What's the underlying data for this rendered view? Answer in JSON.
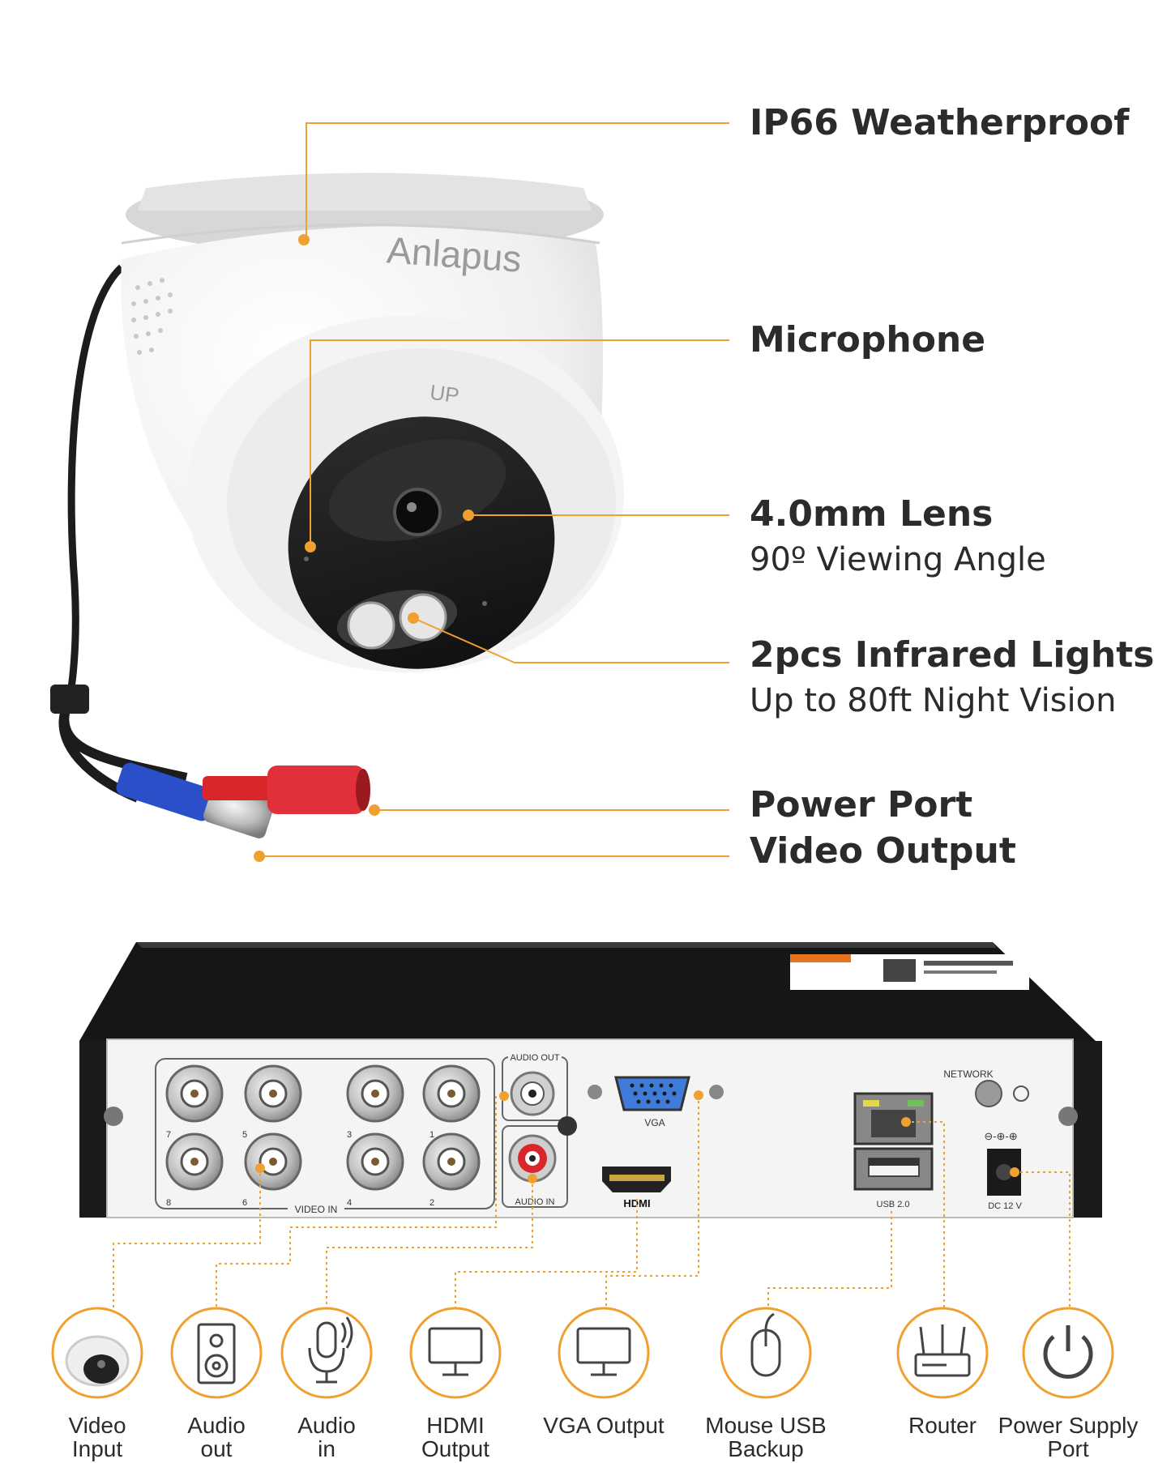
{
  "camera": {
    "brand": "Anlapus",
    "up_mark": "UP",
    "callouts": [
      {
        "title": "IP66 Weatherproof",
        "subtitle": ""
      },
      {
        "title": "Microphone",
        "subtitle": ""
      },
      {
        "title": "4.0mm Lens",
        "subtitle": "90º Viewing Angle"
      },
      {
        "title": "2pcs Infrared Lights",
        "subtitle": "Up to 80ft Night Vision"
      },
      {
        "title": "Power Port",
        "subtitle": ""
      },
      {
        "title": "Video Output",
        "subtitle": ""
      }
    ]
  },
  "dvr": {
    "panel_labels": {
      "audio_out": "AUDIO OUT",
      "audio_in": "AUDIO IN",
      "video_in": "VIDEO IN",
      "vga": "VGA",
      "hdmi": "HDMI",
      "network": "NETWORK",
      "usb": "USB 2.0",
      "dc": "DC 12 V"
    },
    "channel_numbers": [
      "7",
      "5",
      "3",
      "1",
      "8",
      "6",
      "4",
      "2"
    ]
  },
  "ports": [
    {
      "label": "Video\nInput",
      "icon": "camera-icon"
    },
    {
      "label": "Audio\nout",
      "icon": "speaker-icon"
    },
    {
      "label": "Audio\nin",
      "icon": "microphone-icon"
    },
    {
      "label": "HDMI\nOutput",
      "icon": "monitor-icon"
    },
    {
      "label": "VGA Output",
      "icon": "monitor-icon"
    },
    {
      "label": "Mouse USB\nBackup",
      "icon": "mouse-icon"
    },
    {
      "label": "Router",
      "icon": "router-icon"
    },
    {
      "label": "Power Supply\nPort",
      "icon": "power-icon"
    }
  ],
  "colors": {
    "accent": "#f0a030",
    "text": "#2b2b2b",
    "dvr_body": "#1c1c1c",
    "panel": "#f4f4f4"
  }
}
